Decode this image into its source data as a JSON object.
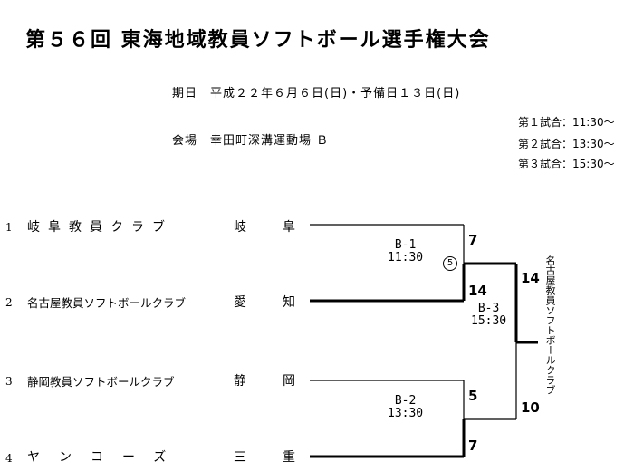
{
  "title": "第５６回 東海地域教員ソフトボール選手権大会",
  "date": "期日　平成２２年６月６日(日)・予備日１３日(日)",
  "venue": "会場　幸田町深溝運動場 Ｂ",
  "schedule": [
    "第１試合：11:30〜",
    "第２試合：13:30〜",
    "第３試合：15:30〜"
  ],
  "teams": [
    {
      "num": "1",
      "name": "岐阜教員クラブ",
      "pref_a": "岐",
      "pref_b": "阜"
    },
    {
      "num": "2",
      "name": "名古屋教員ソフトボールクラブ",
      "pref_a": "愛",
      "pref_b": "知"
    },
    {
      "num": "3",
      "name": "静岡教員ソフトボールクラブ",
      "pref_a": "静",
      "pref_b": "岡"
    },
    {
      "num": "4",
      "name": "ヤンコーズ",
      "pref_a": "三",
      "pref_b": "重"
    }
  ],
  "games": [
    {
      "id": "B-1",
      "time": "11:30",
      "score_top": "7",
      "score_bottom": "14"
    },
    {
      "id": "B-2",
      "time": "13:30",
      "score_top": "5",
      "score_bottom": "7"
    },
    {
      "id": "B-3",
      "time": "15:30",
      "score_top": "14",
      "score_bottom": "10"
    }
  ],
  "circled_mark": "5",
  "champion": "名古屋教員ソフトボールクラブ"
}
